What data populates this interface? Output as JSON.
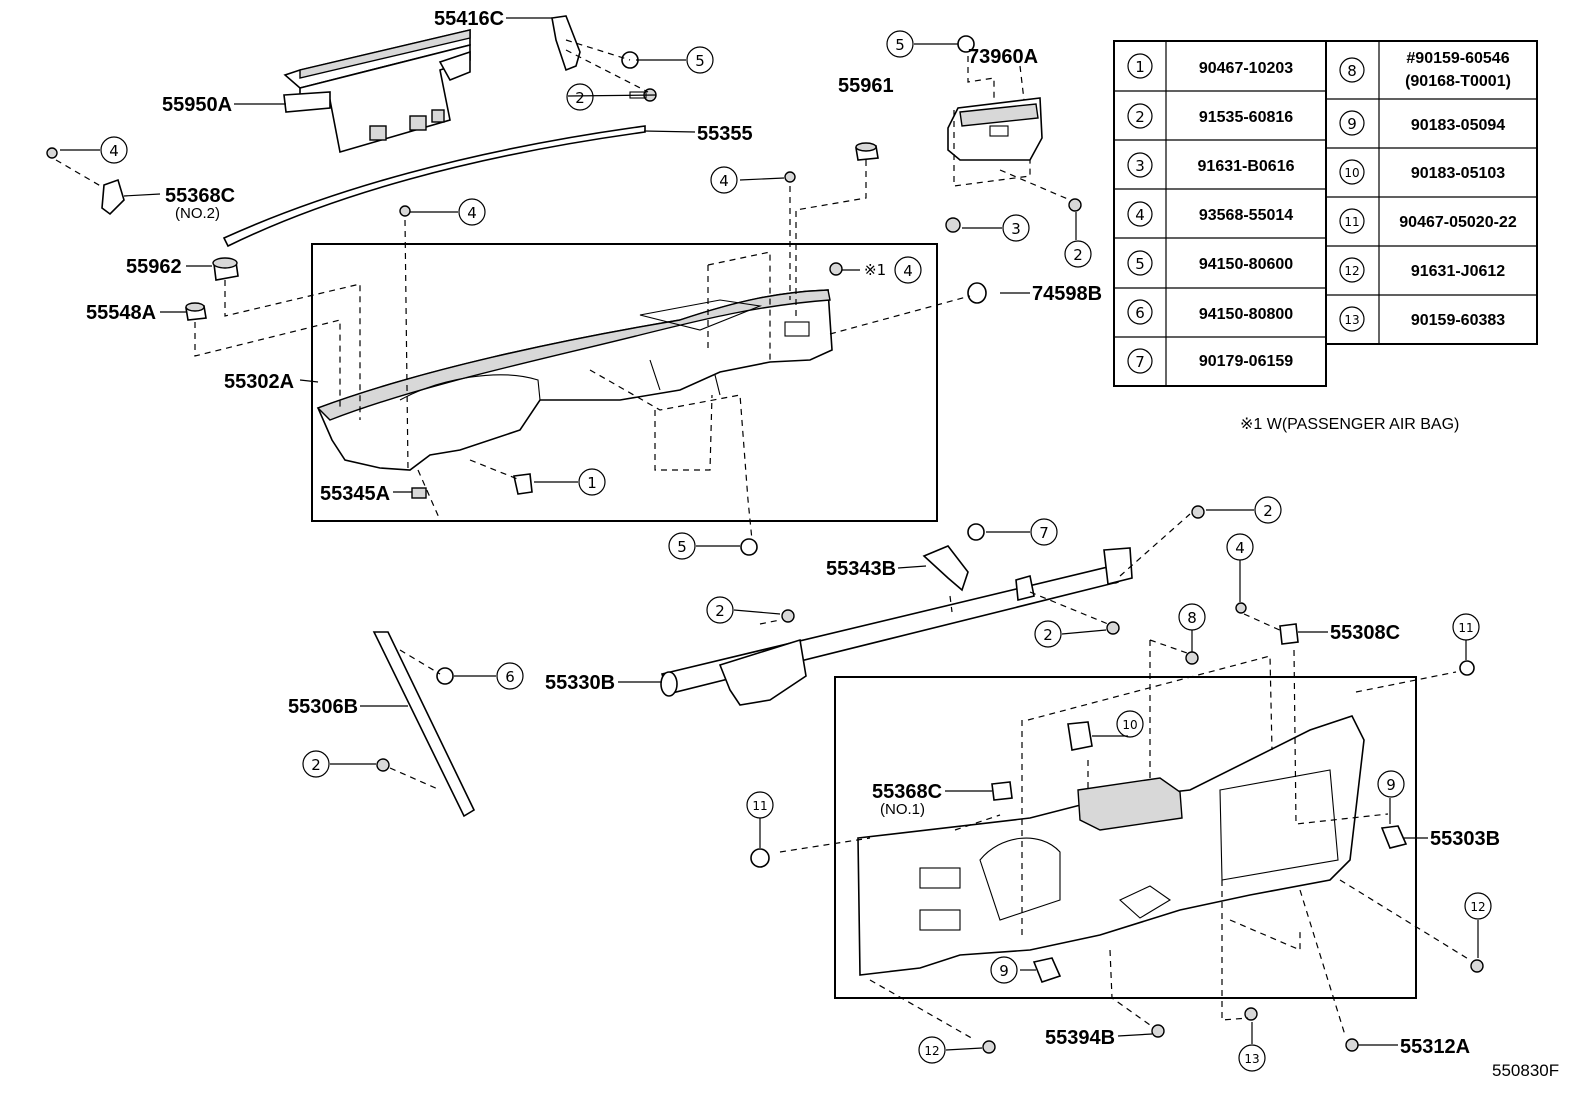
{
  "diagram": {
    "figure_code": "550830F",
    "note": "※1 W(PASSENGER AIR BAG)",
    "note_marker": "※1",
    "labels": {
      "p55416C": "55416C",
      "p55950A": "55950A",
      "p55355": "55355",
      "p55368C_top": "55368C",
      "p55368C_top_sub": "(NO.2)",
      "p55962": "55962",
      "p55548A": "55548A",
      "p55302A": "55302A",
      "p55345A": "55345A",
      "p55961": "55961",
      "p73960A": "73960A",
      "p74598B": "74598B",
      "p55343B": "55343B",
      "p55330B": "55330B",
      "p55306B": "55306B",
      "p55308C": "55308C",
      "p55303B": "55303B",
      "p55368C_mid": "55368C",
      "p55368C_mid_sub": "(NO.1)",
      "p55394B": "55394B",
      "p55312A": "55312A"
    },
    "callouts": {
      "c1": "1",
      "c2": "2",
      "c3": "3",
      "c4": "4",
      "c5": "5",
      "c6": "6",
      "c7": "7",
      "c8": "8",
      "c9": "9",
      "c10": "10",
      "c11": "11",
      "c12": "12",
      "c13": "13"
    }
  },
  "parts_table": {
    "rows": [
      {
        "ref": "1",
        "part": "90467-10203"
      },
      {
        "ref": "2",
        "part": "91535-60816"
      },
      {
        "ref": "3",
        "part": "91631-B0616"
      },
      {
        "ref": "4",
        "part": "93568-55014"
      },
      {
        "ref": "5",
        "part": "94150-80600"
      },
      {
        "ref": "6",
        "part": "94150-80800"
      },
      {
        "ref": "7",
        "part": "90179-06159"
      },
      {
        "ref": "8",
        "part": "#90159-60546",
        "part2": "(90168-T0001)"
      },
      {
        "ref": "9",
        "part": "90183-05094"
      },
      {
        "ref": "10",
        "part": "90183-05103"
      },
      {
        "ref": "11",
        "part": "90467-05020-22"
      },
      {
        "ref": "12",
        "part": "91631-J0612"
      },
      {
        "ref": "13",
        "part": "90159-60383"
      }
    ]
  }
}
